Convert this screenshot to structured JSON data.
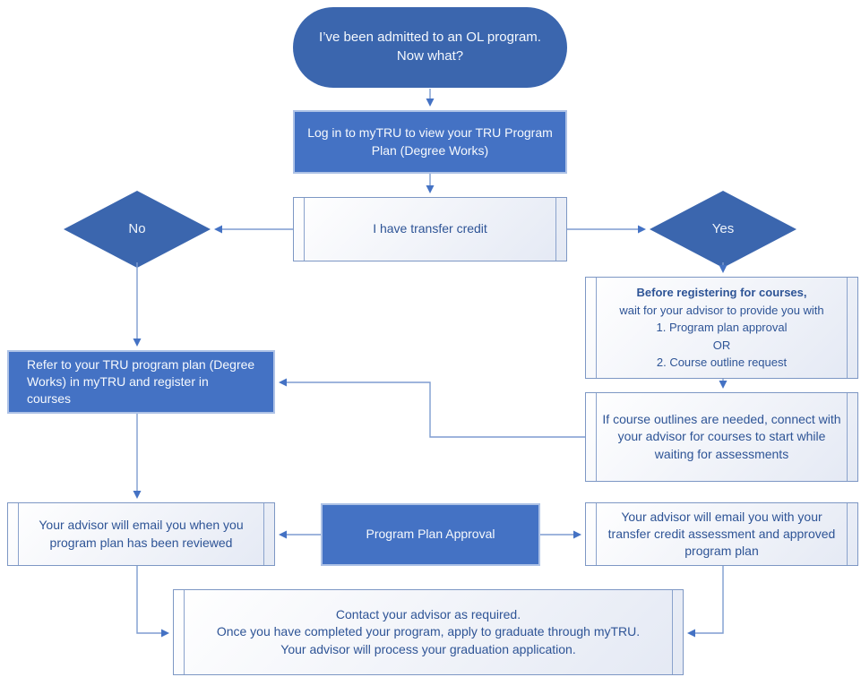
{
  "diagram": {
    "description": "Flowchart: steps after being admitted to a TRU OL program"
  },
  "colors": {
    "node_dark_blue": "#3B66AE",
    "node_blue_fill": "#4472C4",
    "node_blue_border": "#AEC2E6",
    "light_box_border": "#7D97C4",
    "light_box_fill_start": "#FFFFFF",
    "light_box_fill_end": "#E4E9F4",
    "dark_blue_text": "#2E5496",
    "white_text": "#FFFFFF",
    "connector_line": "#7E9CD0",
    "arrowhead": "#4472C4"
  },
  "nodes": {
    "start": {
      "lines": [
        "I’ve been admitted to an OL program.",
        "Now what?"
      ]
    },
    "login": {
      "text": "Log in to myTRU to view your TRU Program Plan (Degree Works)"
    },
    "transfer_credit": {
      "text": "I have transfer credit"
    },
    "no": {
      "text": "No"
    },
    "yes": {
      "text": "Yes"
    },
    "before_registering": {
      "lines": [
        "Before registering for courses,",
        "wait for your advisor to provide you with",
        "1. Program plan approval",
        "OR",
        "2. Course outline request"
      ]
    },
    "course_outlines": {
      "text": "If course outlines are needed, connect with your advisor for courses to start while waiting for assessments"
    },
    "refer_plan": {
      "text": "Refer to your TRU program plan (Degree Works) in myTRU and register in courses"
    },
    "advisor_email_reviewed": {
      "text": "Your advisor will email you when you program plan has been reviewed"
    },
    "program_plan_approval": {
      "text": "Program Plan Approval"
    },
    "advisor_email_assessment": {
      "text": "Your advisor will email you with your transfer credit assessment and approved program plan"
    },
    "contact_advisor": {
      "lines": [
        "Contact your advisor as required.",
        "Once you have completed your program, apply to graduate through myTRU. Your advisor will process your graduation application."
      ]
    }
  }
}
